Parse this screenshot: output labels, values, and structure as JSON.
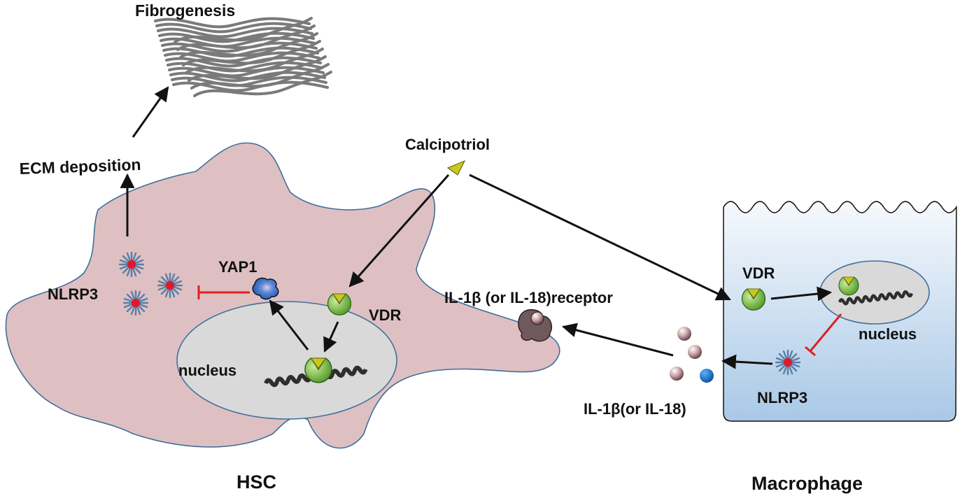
{
  "labels": {
    "fibrogenesis": "Fibrogenesis",
    "ecm_deposition": "ECM deposition",
    "nlrp3_hsc": "NLRP3",
    "yap1": "YAP1",
    "vdr_hsc": "VDR",
    "nucleus_hsc": "nucleus",
    "calcipotriol": "Calcipotriol",
    "receptor": "IL-1β (or IL-18)receptor",
    "cytokine": "IL-1β(or IL-18)",
    "vdr_mac": "VDR",
    "nucleus_mac": "nucleus",
    "nlrp3_mac": "NLRP3",
    "hsc": "HSC",
    "macrophage": "Macrophage"
  },
  "colors": {
    "hsc_fill": "#dfc0c2",
    "cell_outline": "#3f6f9a",
    "nucleus_fill": "#d9d9d9",
    "macrophage_top": "#f6f9fd",
    "macrophage_bottom": "#a9c8e6",
    "inhibit_red": "#e02020",
    "arrow_black": "#111111",
    "fiber_gray": "#7a7a7a",
    "vdr_green": "#6fb23b",
    "ligand_yellow": "#c8c820",
    "nlrp3_center": "#e0182a",
    "nlrp3_spokes": "#5a7ea8",
    "yap1_blue": "#2f6fc4",
    "cytokine_blue": "#1a6fc0",
    "cytokine_pink": "#b08a8e"
  }
}
